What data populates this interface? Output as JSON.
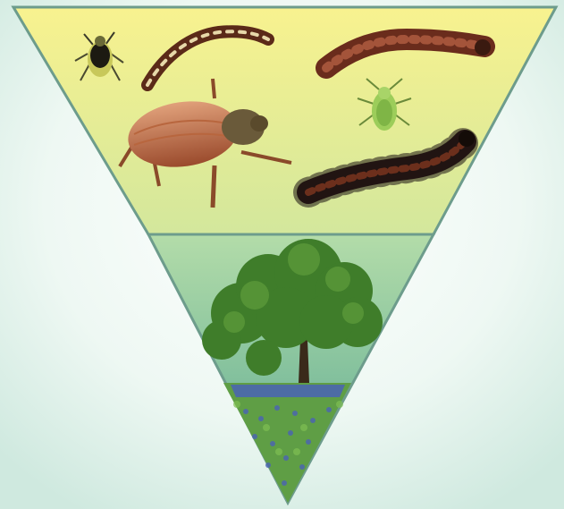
{
  "diagram": {
    "type": "inverted-pyramid",
    "levels": [
      {
        "id": "consumers",
        "items": [
          "aphid",
          "inchworm-caterpillar",
          "brown-caterpillar",
          "june-beetle",
          "green-aphid",
          "spiky-caterpillar"
        ]
      },
      {
        "id": "producers",
        "items": [
          "oak-tree",
          "wildflower-meadow"
        ]
      }
    ]
  },
  "colors": {
    "background_light": "#e8f5ef",
    "background_edge": "#cfe9df",
    "border": "#6d9c8c",
    "top_level_top": "#f8f28f",
    "top_level_bottom": "#d7ea98",
    "bottom_level_top": "#a6d6a8",
    "bottom_level_bottom": "#5fae9a",
    "tree_foliage": "#3f7d2a",
    "grass": "#5f9e45",
    "flowers": "#4a63b5"
  }
}
